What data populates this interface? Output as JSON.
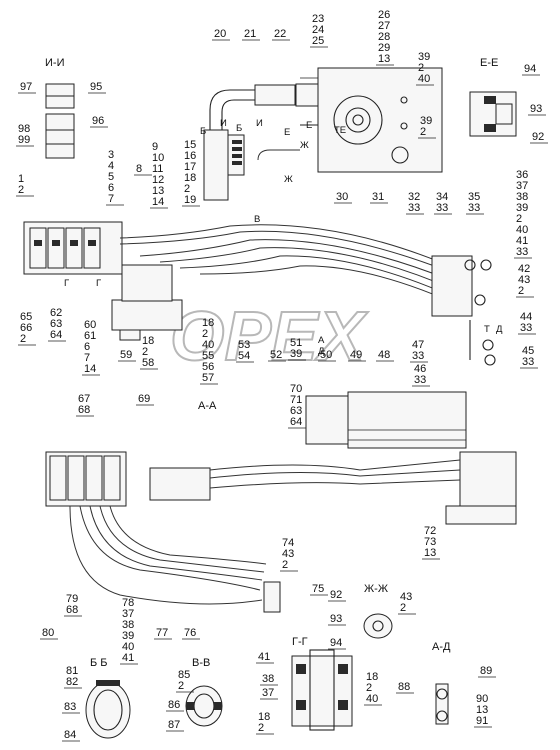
{
  "watermark": "OPEX",
  "section_titles": {
    "ii": "И-И",
    "ee": "Е-Е",
    "aa": "А-А",
    "zhzh": "Ж-Ж",
    "bb": "Б Б",
    "vv": "В-В",
    "gg": "Г-Г",
    "dd": "А-Д"
  },
  "callouts": [
    {
      "id": "c1",
      "lines": [
        "20"
      ]
    },
    {
      "id": "c2",
      "lines": [
        "21"
      ]
    },
    {
      "id": "c3",
      "lines": [
        "22"
      ]
    },
    {
      "id": "c4",
      "lines": [
        "23",
        "24",
        "25"
      ]
    },
    {
      "id": "c5",
      "lines": [
        "26",
        "27",
        "28",
        "29",
        "13"
      ]
    },
    {
      "id": "c6",
      "lines": [
        "39",
        "2",
        "40"
      ]
    },
    {
      "id": "c7",
      "lines": [
        "94"
      ]
    },
    {
      "id": "c8",
      "lines": [
        "93"
      ]
    },
    {
      "id": "c9",
      "lines": [
        "92"
      ]
    },
    {
      "id": "c10",
      "lines": [
        "39",
        "2"
      ]
    },
    {
      "id": "c11",
      "lines": [
        "97"
      ]
    },
    {
      "id": "c12",
      "lines": [
        "95"
      ]
    },
    {
      "id": "c13",
      "lines": [
        "96"
      ]
    },
    {
      "id": "c14",
      "lines": [
        "98",
        "99"
      ]
    },
    {
      "id": "c15",
      "lines": [
        "1",
        "2"
      ]
    },
    {
      "id": "c16",
      "lines": [
        "3",
        "4",
        "5",
        "6",
        "7"
      ]
    },
    {
      "id": "c17",
      "lines": [
        "8"
      ]
    },
    {
      "id": "c18",
      "lines": [
        "9",
        "10",
        "11",
        "12",
        "13",
        "14"
      ]
    },
    {
      "id": "c19",
      "lines": [
        "15",
        "16",
        "17",
        "18",
        "2",
        "19"
      ]
    },
    {
      "id": "c20",
      "lines": [
        "30"
      ]
    },
    {
      "id": "c21",
      "lines": [
        "31"
      ]
    },
    {
      "id": "c22",
      "lines": [
        "32",
        "33"
      ]
    },
    {
      "id": "c23",
      "lines": [
        "34",
        "33"
      ]
    },
    {
      "id": "c24",
      "lines": [
        "35",
        "33"
      ]
    },
    {
      "id": "c25",
      "lines": [
        "36",
        "37",
        "38",
        "39",
        "2",
        "40",
        "41",
        "33"
      ]
    },
    {
      "id": "c26",
      "lines": [
        "42",
        "43",
        "2"
      ]
    },
    {
      "id": "c27",
      "lines": [
        "44",
        "33"
      ]
    },
    {
      "id": "c28",
      "lines": [
        "45",
        "33"
      ]
    },
    {
      "id": "c29",
      "lines": [
        "47",
        "33"
      ]
    },
    {
      "id": "c30",
      "lines": [
        "46",
        "33"
      ]
    },
    {
      "id": "c31",
      "lines": [
        "65",
        "66",
        "2"
      ]
    },
    {
      "id": "c32",
      "lines": [
        "62",
        "63",
        "64"
      ]
    },
    {
      "id": "c33",
      "lines": [
        "60",
        "61",
        "6",
        "7",
        "14"
      ]
    },
    {
      "id": "c34",
      "lines": [
        "59"
      ]
    },
    {
      "id": "c35",
      "lines": [
        "18",
        "2",
        "58"
      ]
    },
    {
      "id": "c36",
      "lines": [
        "18",
        "2",
        "40",
        "55",
        "56",
        "57"
      ]
    },
    {
      "id": "c37",
      "lines": [
        "53",
        "54"
      ]
    },
    {
      "id": "c38",
      "lines": [
        "52"
      ]
    },
    {
      "id": "c39",
      "lines": [
        "51",
        "39"
      ]
    },
    {
      "id": "c40",
      "lines": [
        "50"
      ]
    },
    {
      "id": "c41",
      "lines": [
        "49"
      ]
    },
    {
      "id": "c42",
      "lines": [
        "48"
      ]
    },
    {
      "id": "c43",
      "lines": [
        "70",
        "71",
        "63",
        "64"
      ]
    },
    {
      "id": "c44",
      "lines": [
        "67",
        "68"
      ]
    },
    {
      "id": "c45",
      "lines": [
        "69"
      ]
    },
    {
      "id": "c46",
      "lines": [
        "72",
        "73",
        "13"
      ]
    },
    {
      "id": "c47",
      "lines": [
        "74",
        "43",
        "2"
      ]
    },
    {
      "id": "c48",
      "lines": [
        "75"
      ]
    },
    {
      "id": "c49",
      "lines": [
        "78",
        "37",
        "38",
        "39",
        "40",
        "41"
      ]
    },
    {
      "id": "c50",
      "lines": [
        "79",
        "68"
      ]
    },
    {
      "id": "c51",
      "lines": [
        "80"
      ]
    },
    {
      "id": "c52",
      "lines": [
        "77"
      ]
    },
    {
      "id": "c53",
      "lines": [
        "76"
      ]
    },
    {
      "id": "c54",
      "lines": [
        "92"
      ]
    },
    {
      "id": "c55",
      "lines": [
        "93"
      ]
    },
    {
      "id": "c56",
      "lines": [
        "94"
      ]
    },
    {
      "id": "c57",
      "lines": [
        "43",
        "2"
      ]
    },
    {
      "id": "c58",
      "lines": [
        "81",
        "82"
      ]
    },
    {
      "id": "c59",
      "lines": [
        "83"
      ]
    },
    {
      "id": "c60",
      "lines": [
        "84"
      ]
    },
    {
      "id": "c61",
      "lines": [
        "85",
        "2"
      ]
    },
    {
      "id": "c62",
      "lines": [
        "86"
      ]
    },
    {
      "id": "c63",
      "lines": [
        "87"
      ]
    },
    {
      "id": "c64",
      "lines": [
        "41"
      ]
    },
    {
      "id": "c65",
      "lines": [
        "38"
      ]
    },
    {
      "id": "c66",
      "lines": [
        "37"
      ]
    },
    {
      "id": "c67",
      "lines": [
        "18",
        "2"
      ]
    },
    {
      "id": "c68",
      "lines": [
        "18",
        "2",
        "40"
      ]
    },
    {
      "id": "c69",
      "lines": [
        "89"
      ]
    },
    {
      "id": "c70",
      "lines": [
        "88"
      ]
    },
    {
      "id": "c71",
      "lines": [
        "90",
        "13",
        "91"
      ]
    }
  ],
  "view_marks": [
    {
      "id": "m1",
      "text": "Б"
    },
    {
      "id": "m2",
      "text": "И"
    },
    {
      "id": "m3",
      "text": "Е"
    },
    {
      "id": "m4",
      "text": "Е"
    },
    {
      "id": "m5",
      "text": "ТЕ"
    },
    {
      "id": "m6",
      "text": "Ж"
    },
    {
      "id": "m7",
      "text": "Ж"
    },
    {
      "id": "m8",
      "text": "В"
    },
    {
      "id": "m9",
      "text": "Г"
    },
    {
      "id": "m10",
      "text": "Г"
    },
    {
      "id": "m11",
      "text": "А"
    },
    {
      "id": "m12",
      "text": "Д"
    },
    {
      "id": "m13",
      "text": "Т"
    },
    {
      "id": "m14",
      "text": "Д"
    },
    {
      "id": "m15",
      "text": "Б"
    },
    {
      "id": "m16",
      "text": "И"
    }
  ]
}
